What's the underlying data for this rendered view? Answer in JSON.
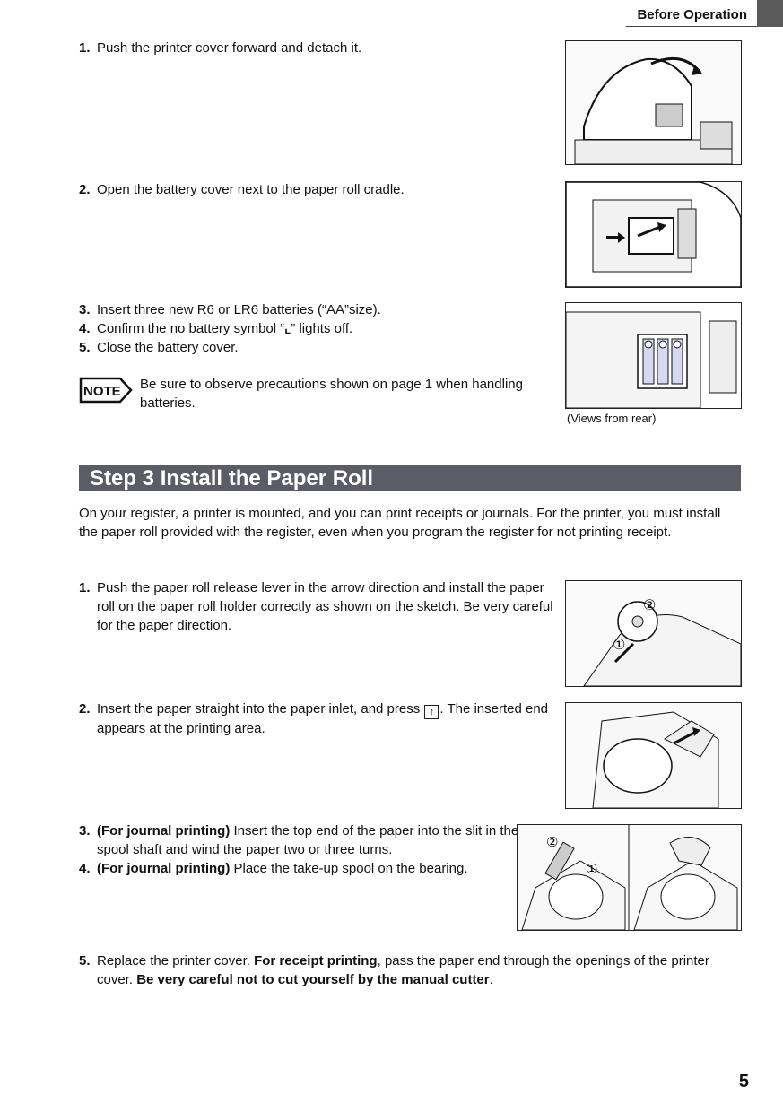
{
  "header": {
    "section_title": "Before Operation"
  },
  "battery": {
    "steps": [
      {
        "num": "1.",
        "text": "Push the printer cover forward and detach it."
      },
      {
        "num": "2.",
        "text": "Open the battery cover next to the paper roll cradle."
      },
      {
        "num": "3.",
        "text": "Insert three new R6 or LR6 batteries (“AA”size)."
      },
      {
        "num": "4.",
        "text_before": "Confirm the no battery symbol “",
        "symbol": "⌞",
        "text_after": "” lights off."
      },
      {
        "num": "5.",
        "text": "Close the battery cover."
      }
    ],
    "note_badge": "NOTE",
    "note_text": "Be sure to observe precautions shown on page 1 when handling batteries.",
    "views_caption": "(Views from rear)"
  },
  "step3": {
    "title": "Step 3  Install the Paper Roll",
    "intro": "On your register, a printer is mounted, and you can print receipts or journals.  For the printer, you must install the paper roll provided with the register, even when you program the register for not printing receipt.",
    "steps": [
      {
        "num": "1.",
        "text": "Push the paper roll release lever in the arrow direction and install the paper roll on the paper roll holder correctly as shown on the sketch.  Be very careful for the paper direction."
      },
      {
        "num": "2.",
        "text_before": "Insert the paper straight into the paper inlet, and press ",
        "key": "↑",
        "text_after": ".  The inserted end appears at the printing area."
      },
      {
        "num": "3.",
        "bold": "(For journal printing)",
        "text": "  Insert the top end of the paper into the slit in the spool shaft and wind the paper two or three turns."
      },
      {
        "num": "4.",
        "bold": "(For journal printing)",
        "text": "  Place the take-up spool on the bearing."
      },
      {
        "num": "5.",
        "text_a": "Replace the printer cover.  ",
        "bold_a": "For receipt printing",
        "text_b": ", pass the paper end through the openings of the printer cover.  ",
        "bold_b": "Be very careful not to cut yourself by the manual cutter",
        "text_c": "."
      }
    ],
    "fig_labels": {
      "circle1": "①",
      "circle2": "②"
    }
  },
  "page_number": "5"
}
